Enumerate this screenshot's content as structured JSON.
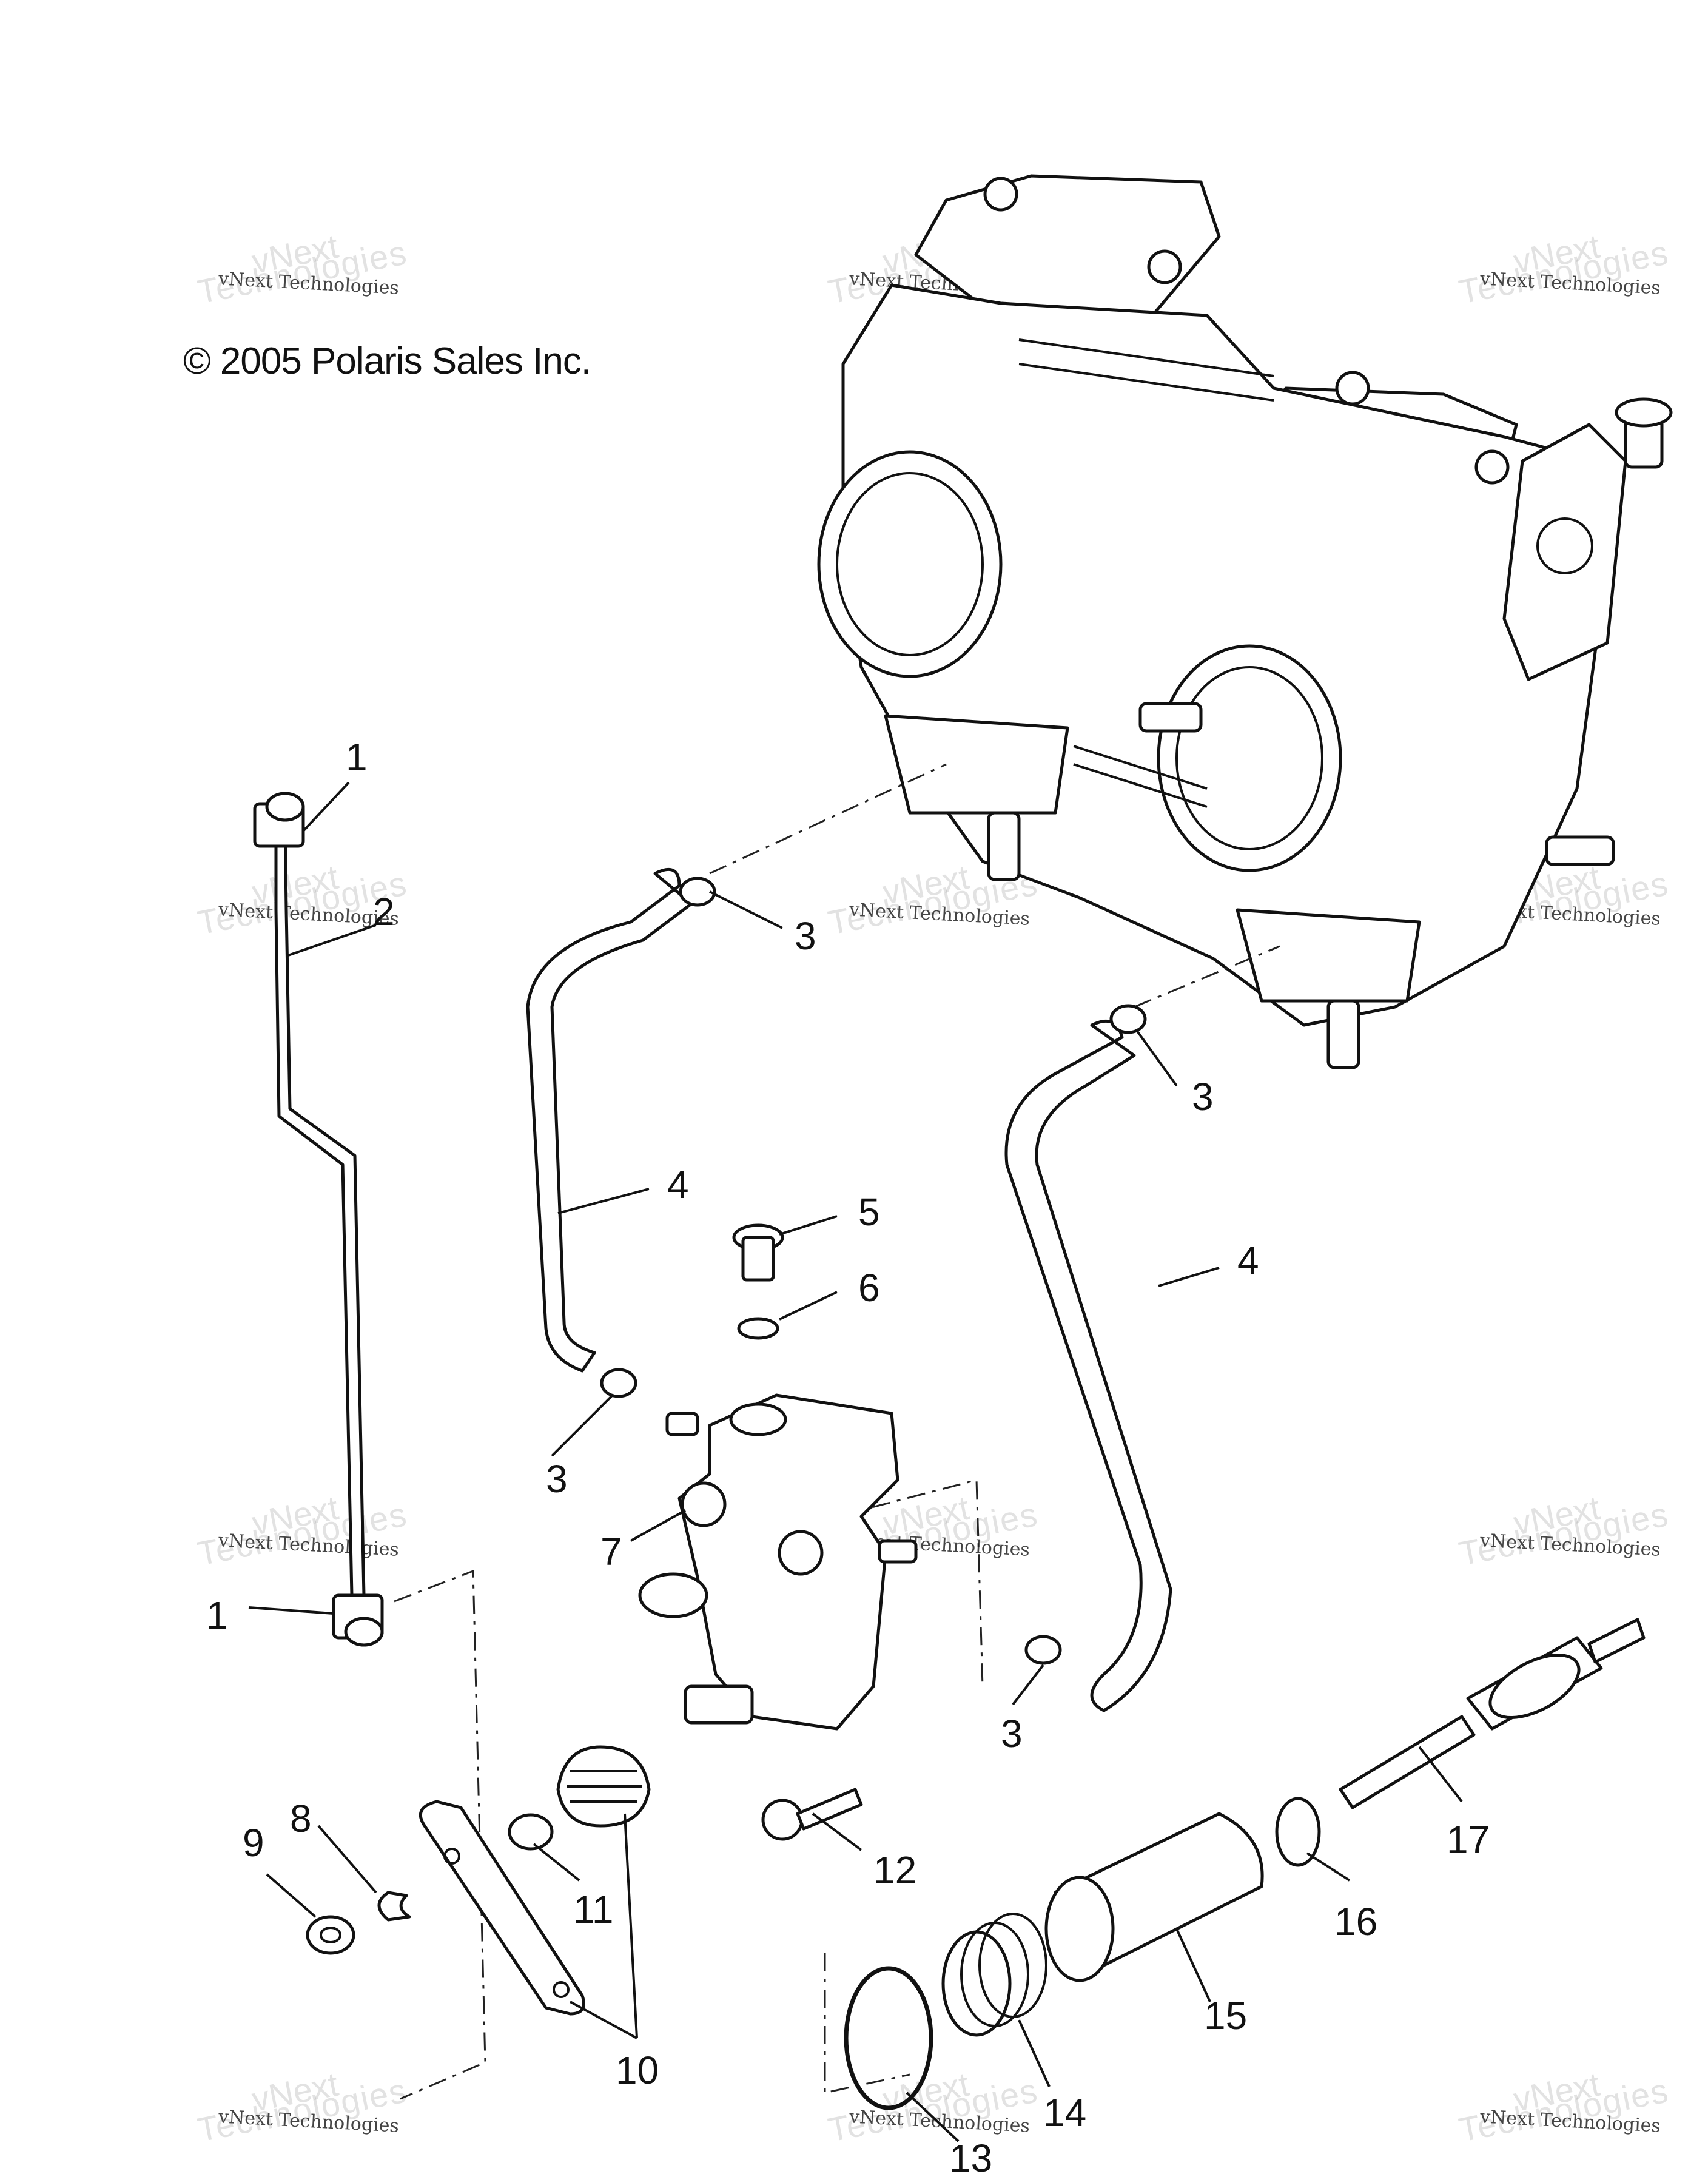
{
  "copyright": "© 2005 Polaris Sales Inc.",
  "watermark": {
    "small": "vNext Technologies",
    "big_top": "vNext",
    "big_bottom": "Technologies"
  },
  "callouts": {
    "c1a": "1",
    "c1b": "1",
    "c2": "2",
    "c3a": "3",
    "c3b": "3",
    "c3c": "3",
    "c3d": "3",
    "c4a": "4",
    "c4b": "4",
    "c5": "5",
    "c6": "6",
    "c7": "7",
    "c8": "8",
    "c9": "9",
    "c10": "10",
    "c11": "11",
    "c12": "12",
    "c13": "13",
    "c14": "14",
    "c15": "15",
    "c16": "16",
    "c17": "17"
  }
}
